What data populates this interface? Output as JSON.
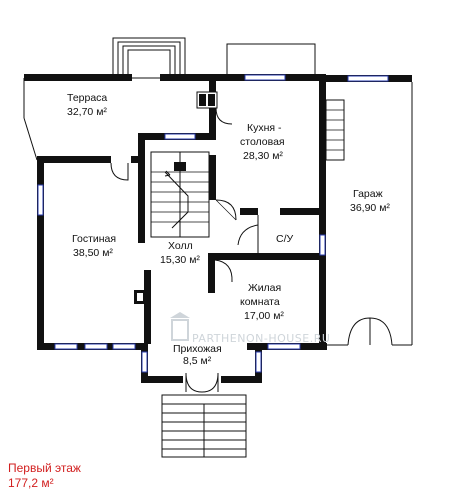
{
  "rooms": {
    "terrace": {
      "name": "Терраса",
      "area": "32,70 м²"
    },
    "kitchen": {
      "name_line1": "Кухня -",
      "name_line2": "столовая",
      "area": "28,30 м²"
    },
    "garage": {
      "name": "Гараж",
      "area": "36,90 м²"
    },
    "living": {
      "name": "Гостиная",
      "area": "38,50 м²"
    },
    "hall": {
      "name": "Холл",
      "area": "15,30 м²"
    },
    "bath": {
      "name": "С/У"
    },
    "bedroom": {
      "name_line1": "Жилая",
      "name_line2": "комната",
      "area": "17,00 м²"
    },
    "entry": {
      "name": "Прихожая",
      "area": "8,5 м²"
    }
  },
  "watermark": "PARTHENON-HOUSE.RU",
  "caption": {
    "floor": "Первый этаж",
    "total_area": "177,2 м²"
  },
  "colors": {
    "wall": "#111111",
    "window": "#2a3cb0",
    "caption": "#d21f1f",
    "background": "#ffffff"
  }
}
